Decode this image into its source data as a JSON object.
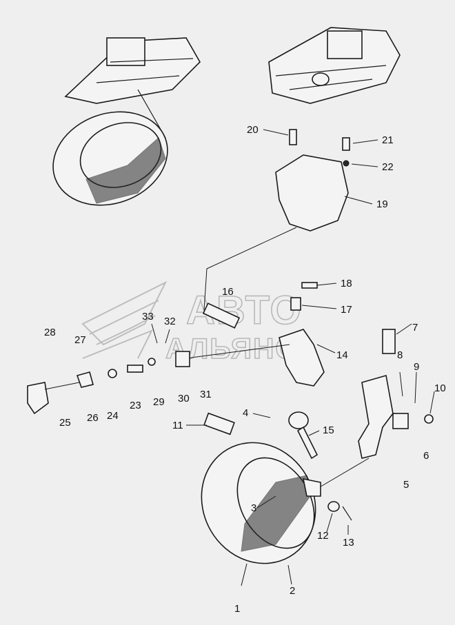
{
  "watermark": {
    "line1": "АВТО",
    "line2": "АЛЬЯНС"
  },
  "callouts": [
    "1",
    "2",
    "3",
    "4",
    "5",
    "6",
    "7",
    "8",
    "9",
    "10",
    "11",
    "12",
    "13",
    "14",
    "15",
    "16",
    "17",
    "18",
    "19",
    "20",
    "21",
    "22",
    "23",
    "24",
    "25",
    "26",
    "27",
    "28",
    "29",
    "30",
    "31",
    "32",
    "33"
  ]
}
